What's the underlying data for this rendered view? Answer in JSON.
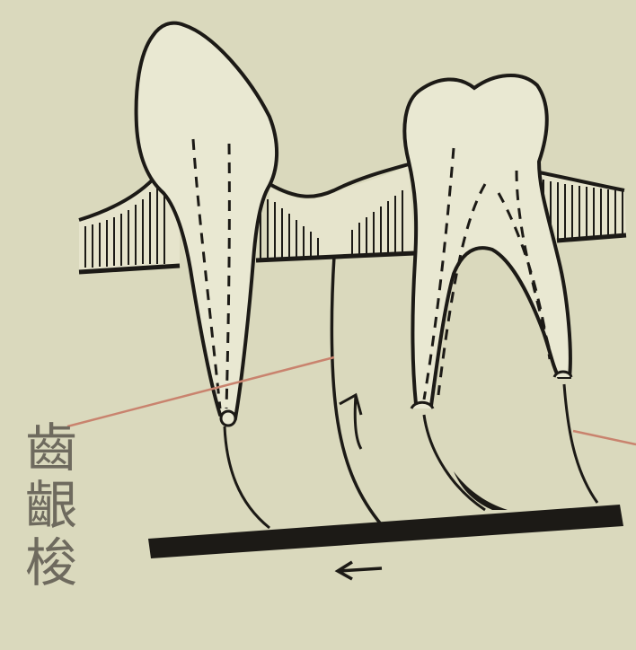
{
  "diagram": {
    "caption": "齒齦梭",
    "colors": {
      "paper": "#dad9bd",
      "ink": "#1c1a16",
      "guide_line": "#c9836e",
      "caption_ink": "#6e6a5e"
    },
    "elements": [
      "incisor-tooth",
      "molar-tooth",
      "gum-tissue",
      "root-canals",
      "base-bar",
      "direction-arrows",
      "guide-lines"
    ]
  }
}
